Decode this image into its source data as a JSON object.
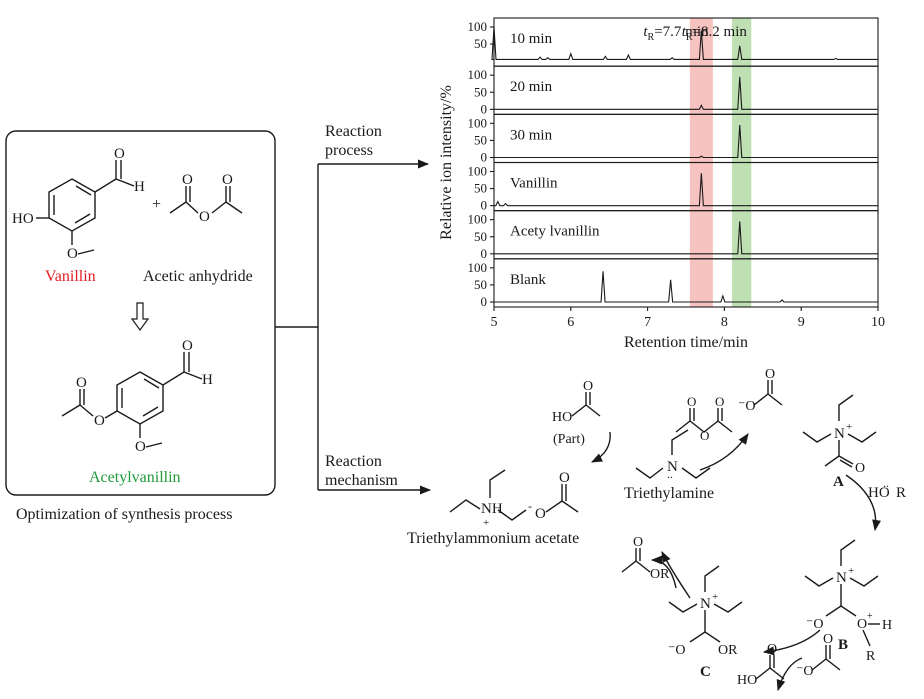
{
  "colors": {
    "vanillin_label": "#e31b23",
    "acetylvanillin_label": "#1e9a3a",
    "highlight_red": "#f6b9b6",
    "highlight_green": "#b3dba5",
    "ink": "#1a1a1a"
  },
  "synthesis_box": {
    "caption": "Optimization of synthesis process",
    "vanillin_label": "Vanillin",
    "anhydride_label": "Acetic anhydride",
    "plus": "+",
    "acetylvanillin_label": "Acetylvanillin",
    "atoms": {
      "o_top": "O",
      "h_top": "H",
      "ho": "HO",
      "o_methoxy": "O",
      "anh_o1": "O",
      "anh_o2": "O",
      "anh_o3": "O",
      "prod_o_top": "O",
      "prod_h": "H",
      "prod_o_ester_c": "O",
      "prod_o_ester": "O",
      "prod_o_methoxy": "O"
    }
  },
  "flow_labels": {
    "reaction_process": [
      "Reaction",
      "process"
    ],
    "reaction_mechanism": [
      "Reaction",
      "mechanism"
    ]
  },
  "chart_data": {
    "type": "line",
    "xlabel": "Retention time/min",
    "ylabel": "Relative ion intensity/%",
    "xlim": [
      5,
      10
    ],
    "x_ticks": [
      "5",
      "6",
      "7",
      "8",
      "9",
      "10"
    ],
    "y_ticks": [
      "0",
      "50",
      "100"
    ],
    "annotations": [
      {
        "t": "t",
        "sub": "R",
        "rest": "=7.7 min",
        "x": 7.7
      },
      {
        "t": "t",
        "sub": "R",
        "rest": "=8.2 min",
        "x": 8.2
      }
    ],
    "highlight_bands": [
      {
        "from": 7.55,
        "to": 7.85,
        "color": "red"
      },
      {
        "from": 8.1,
        "to": 8.35,
        "color": "green"
      }
    ],
    "panels": [
      {
        "name": "10 min",
        "baseline": 5,
        "peaks": [
          [
            5.0,
            100
          ],
          [
            5.6,
            12
          ],
          [
            5.7,
            10
          ],
          [
            6.0,
            22
          ],
          [
            6.45,
            14
          ],
          [
            6.75,
            18
          ],
          [
            7.32,
            10
          ],
          [
            7.7,
            90
          ],
          [
            8.2,
            45
          ],
          [
            9.45,
            8
          ]
        ]
      },
      {
        "name": "20 min",
        "baseline": 0,
        "peaks": [
          [
            7.7,
            12
          ],
          [
            8.2,
            95
          ]
        ]
      },
      {
        "name": "30 min",
        "baseline": 0,
        "peaks": [
          [
            7.7,
            4
          ],
          [
            8.2,
            95
          ]
        ]
      },
      {
        "name": "Vanillin",
        "baseline": 0,
        "peaks": [
          [
            5.05,
            12
          ],
          [
            5.15,
            6
          ],
          [
            7.7,
            95
          ]
        ]
      },
      {
        "name": "Acety lvanillin",
        "baseline": 0,
        "peaks": [
          [
            8.2,
            95
          ]
        ]
      },
      {
        "name": "Blank",
        "baseline": 0,
        "peaks": [
          [
            6.42,
            90
          ],
          [
            7.3,
            65
          ],
          [
            7.98,
            18
          ],
          [
            8.75,
            6
          ]
        ]
      }
    ]
  },
  "mechanism": {
    "triethylamine_label": "Triethylamine",
    "triethylammonium_label": "Triethylammonium acetate",
    "part_label": "(Part)",
    "hoa_top": "HO",
    "label_a": "A",
    "label_b": "B",
    "label_c": "C",
    "hor_label": "HO",
    "hor_r": "R",
    "n_plus": "N",
    "plus_sign": "+",
    "minus_o": "⁻O",
    "o_plus_h": "O",
    "h_label": "H",
    "r_label": "R",
    "or_label": "OR",
    "acetate_minus": "⁻O",
    "ester_or": "OR",
    "ho_bottom": "HO",
    "nh_label": "NH",
    "o_minus_label": "O",
    "o_label": "O",
    "triethylamine_n": "N"
  }
}
